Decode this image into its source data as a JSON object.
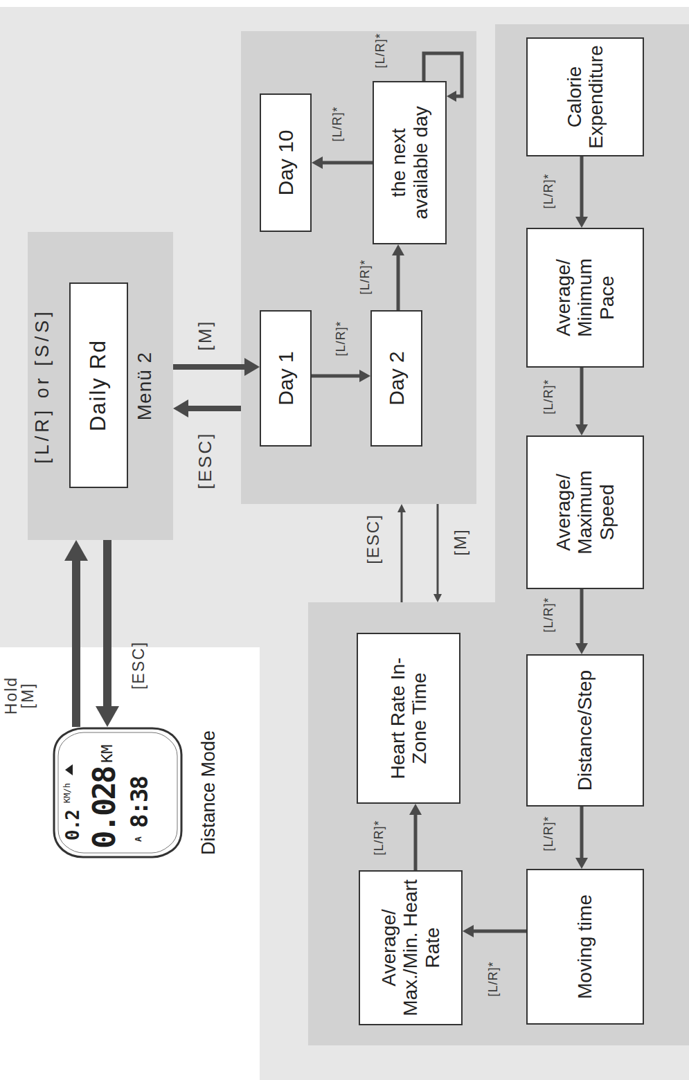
{
  "diagram": {
    "nodes": [
      {
        "text": [
          "0.2",
          "KM/h",
          "0.028",
          "KM",
          "A",
          "8:38",
          "Distance Mode"
        ]
      },
      {
        "text": [
          "[L/R] or [S/S]",
          "Menü 2"
        ]
      },
      {
        "text": [
          "Daily Rd"
        ],
        "in": 1
      },
      {
        "text": []
      },
      {
        "text": [
          "Day 1"
        ],
        "in": 3
      },
      {
        "text": [
          "Day 2"
        ],
        "in": 3
      },
      {
        "text": [
          "the next available day"
        ],
        "in": 3
      },
      {
        "text": [
          "Day 10"
        ],
        "in": 3
      },
      {
        "text": []
      },
      {
        "text": [
          "Calorie Expenditure"
        ],
        "in": 8
      },
      {
        "text": [
          "Average/ Minimum Pace"
        ],
        "in": 8
      },
      {
        "text": [
          "Average/ Maximum Speed"
        ],
        "in": 8
      },
      {
        "text": [
          "Distance/Step"
        ],
        "in": 8
      },
      {
        "text": [
          "Moving time"
        ],
        "in": 8
      },
      {
        "text": [
          "Average/ Max./Min. Heart Rate"
        ],
        "in": 8
      },
      {
        "text": [
          "Heart Rate In-Zone Time"
        ],
        "in": 8
      }
    ],
    "edges": [
      {
        "from": 0,
        "to": 1,
        "label": "Hold [M]",
        "arrow": "to"
      },
      {
        "from": 1,
        "to": 0,
        "label": "[ESC]",
        "arrow": "to"
      },
      {
        "from": 1,
        "to": 4,
        "label": "[M]",
        "arrow": "to"
      },
      {
        "from": 3,
        "to": 1,
        "label": "[ESC]",
        "arrow": "to"
      },
      {
        "from": 4,
        "to": 5,
        "label": "[L/R]*",
        "arrow": "to"
      },
      {
        "from": 5,
        "to": 6,
        "label": "[L/R]*",
        "arrow": "to"
      },
      {
        "from": 6,
        "to": 7,
        "label": "[L/R]*",
        "arrow": "to"
      },
      {
        "from": 6,
        "to": 6,
        "label": "[L/R]*",
        "arrow": "to"
      },
      {
        "from": 8,
        "to": 3,
        "label": "[ESC]",
        "arrow": "to"
      },
      {
        "from": 3,
        "to": 8,
        "label": "[M]",
        "arrow": "to"
      },
      {
        "from": 9,
        "to": 10,
        "label": "[L/R]*",
        "arrow": "to"
      },
      {
        "from": 10,
        "to": 11,
        "label": "[L/R]*",
        "arrow": "to"
      },
      {
        "from": 11,
        "to": 12,
        "label": "[L/R]*",
        "arrow": "to"
      },
      {
        "from": 12,
        "to": 13,
        "label": "[L/R]*",
        "arrow": "to"
      },
      {
        "from": 13,
        "to": 14,
        "label": "[L/R]*",
        "arrow": "to"
      },
      {
        "from": 14,
        "to": 15,
        "label": "[L/R]*",
        "arrow": "to"
      }
    ]
  }
}
